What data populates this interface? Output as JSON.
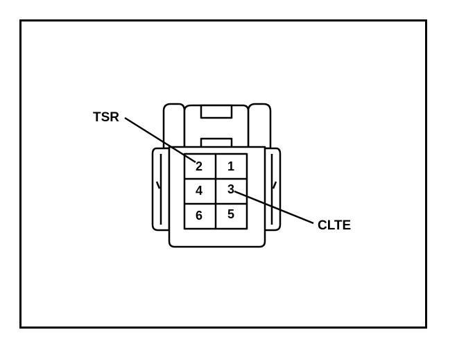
{
  "connector": {
    "pins": [
      {
        "number": "2"
      },
      {
        "number": "1"
      },
      {
        "number": "4"
      },
      {
        "number": "3"
      },
      {
        "number": "6"
      },
      {
        "number": "5"
      }
    ]
  },
  "callouts": {
    "tsr": "TSR",
    "clte": "CLTE"
  }
}
